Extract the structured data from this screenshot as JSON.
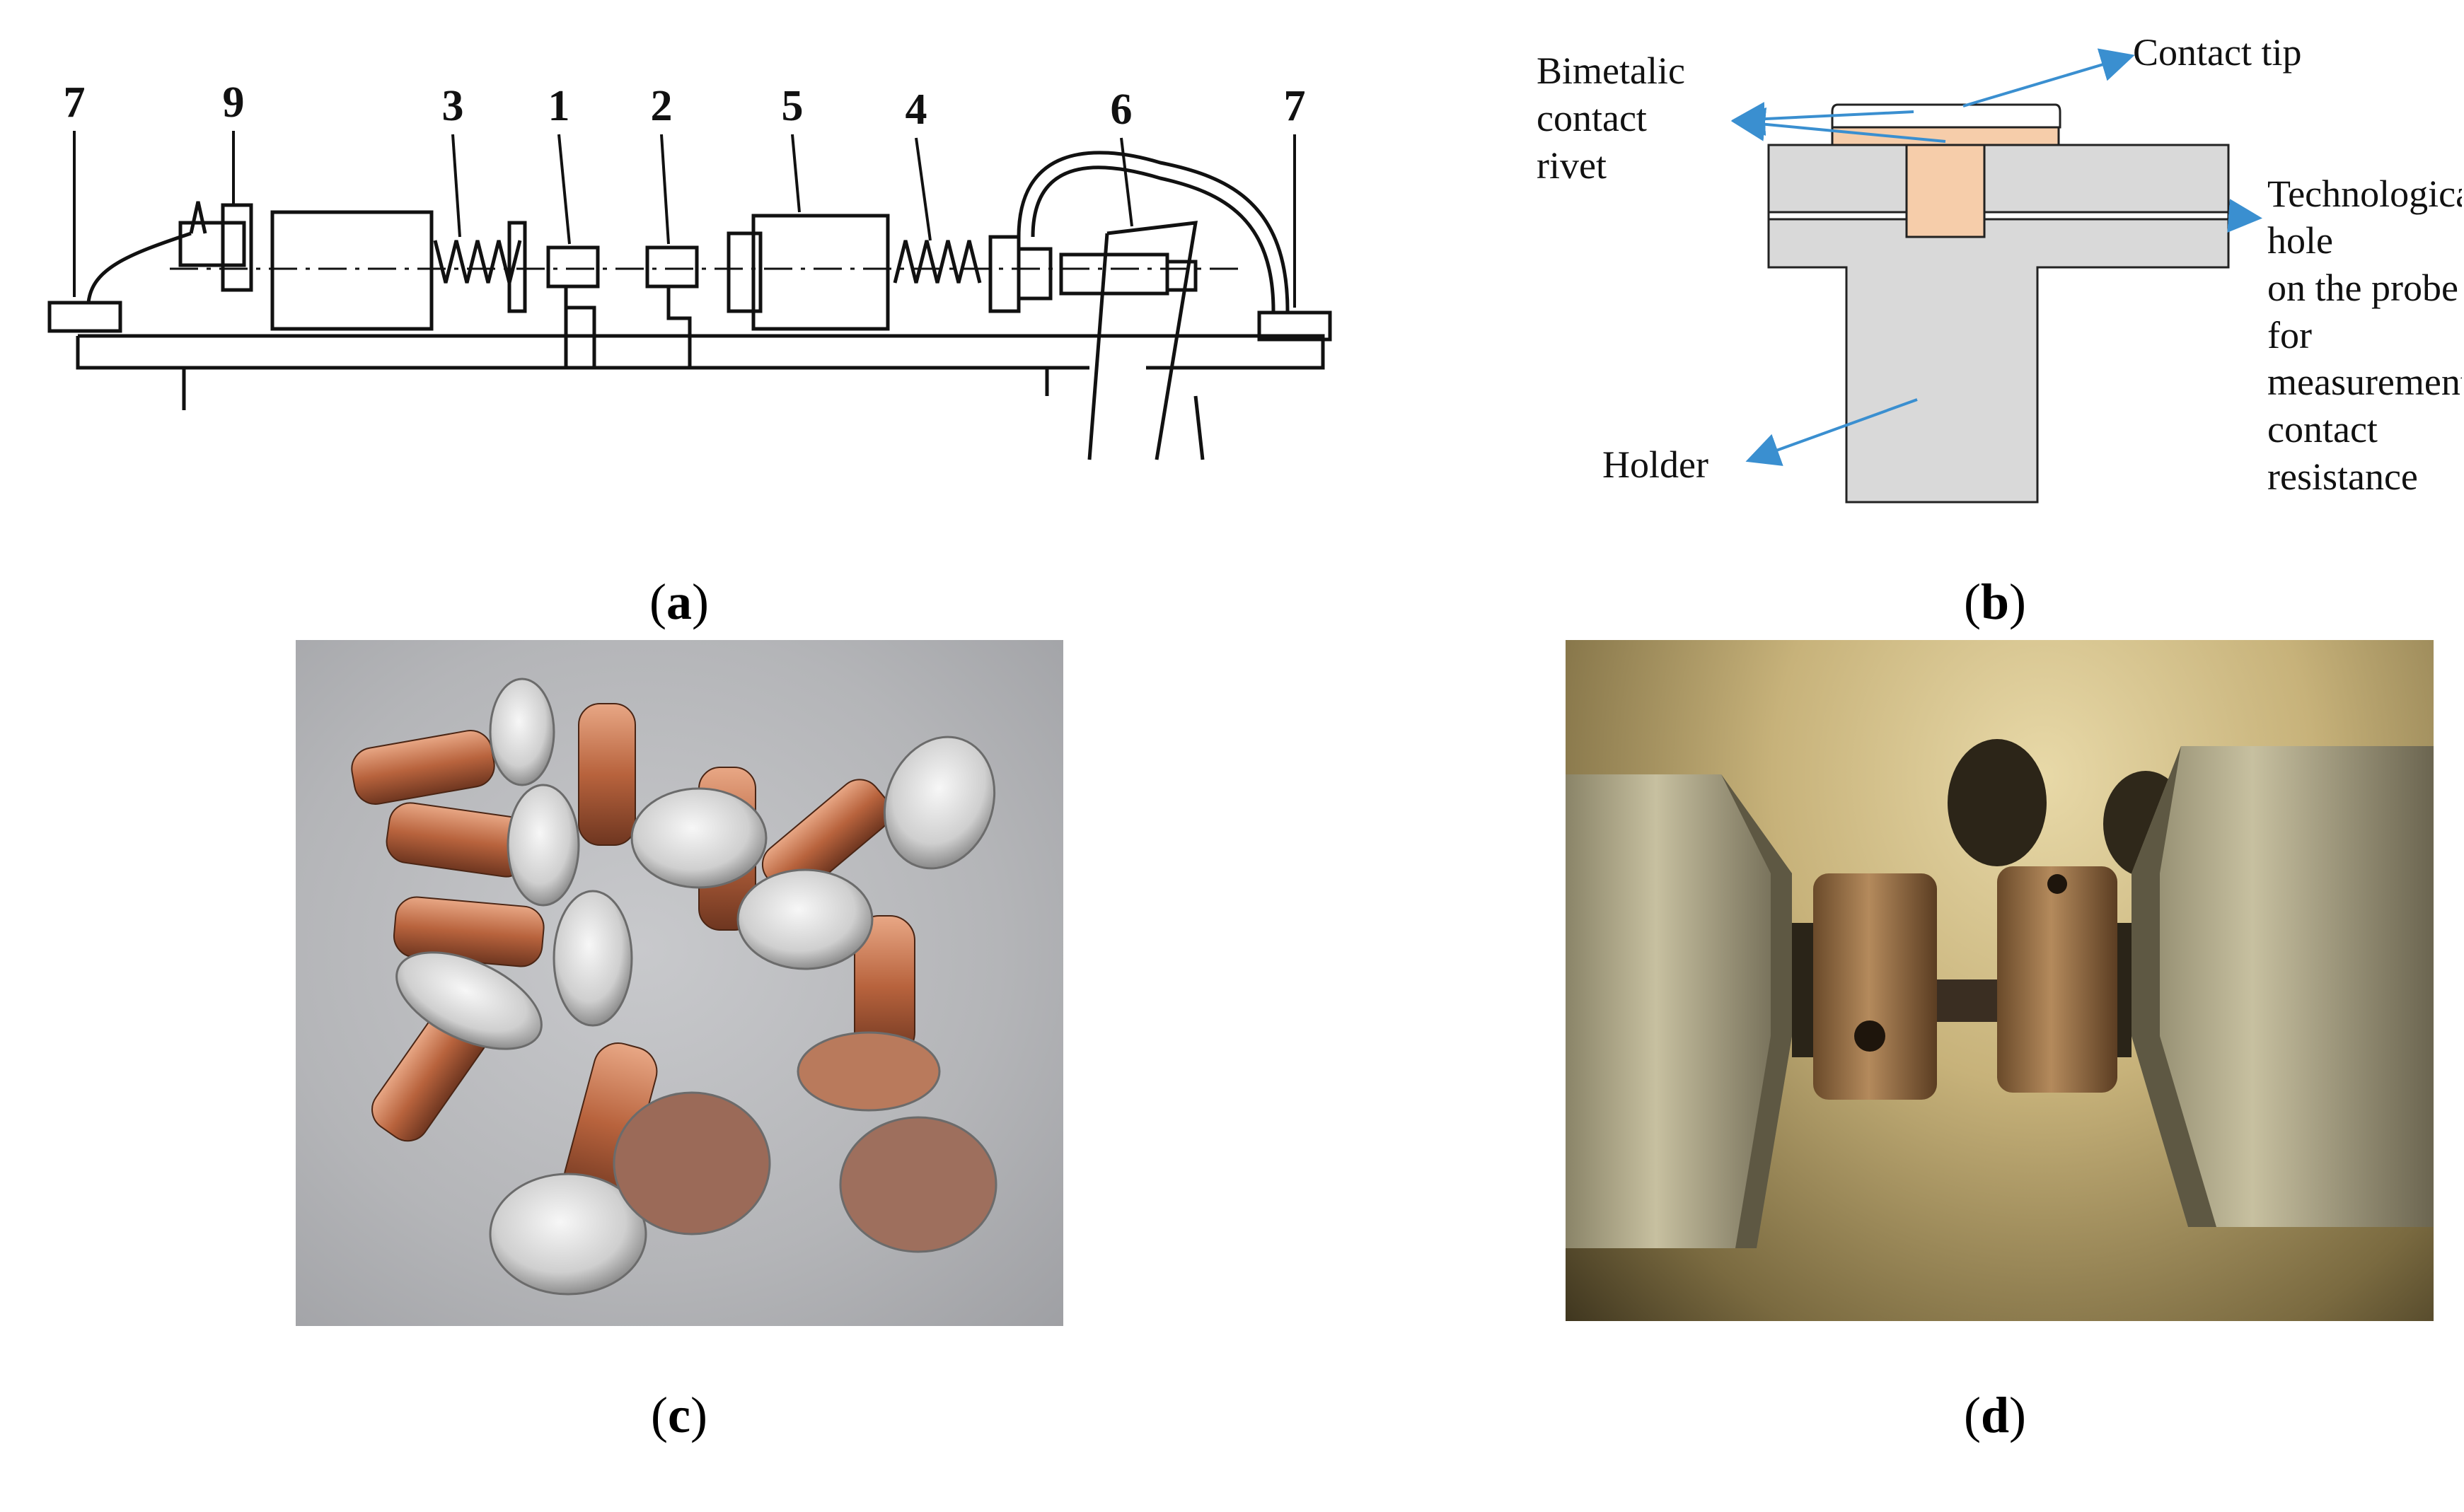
{
  "panel_a": {
    "caption_letter": "a",
    "part_numbers": [
      "7",
      "9",
      "3",
      "1",
      "2",
      "5",
      "4",
      "6",
      "7"
    ]
  },
  "panel_b": {
    "caption_letter": "b",
    "labels": {
      "bimetalic_line1": "Bimetalic",
      "bimetalic_line2": "contact",
      "bimetalic_line3": "rivet",
      "contact_tip": "Contact tip",
      "tech_line1": "Technological",
      "tech_line2": "hole",
      "tech_line3": "on the probe",
      "tech_line4": "for",
      "tech_line5": "measurement",
      "tech_line6": "contact",
      "tech_line7": "resistance",
      "holder": "Holder"
    },
    "colors": {
      "arrow": "#3a8fd0",
      "rivet_copper": "#f6cdaa",
      "holder_gray": "#d9d9d9"
    }
  },
  "panel_c": {
    "caption_letter": "c"
  },
  "panel_d": {
    "caption_letter": "d"
  },
  "caption_paren_open": "(",
  "caption_paren_close": ")"
}
